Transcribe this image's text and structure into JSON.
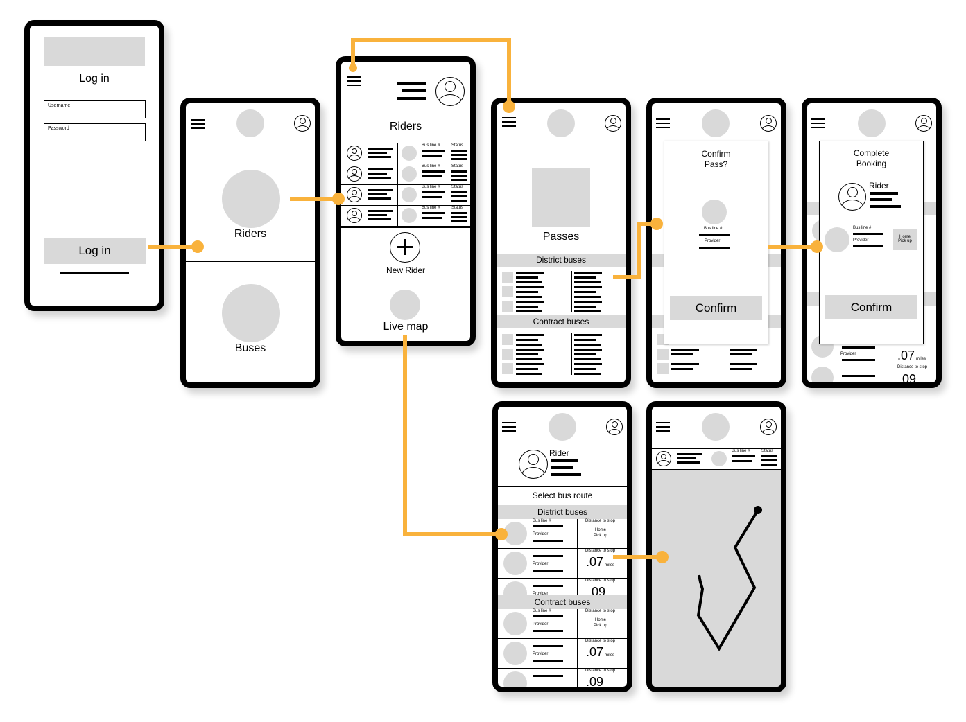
{
  "colors": {
    "connector": "#f9b23c",
    "placeholder": "#d9d9d9",
    "frame": "#000000"
  },
  "icons": [
    "hamburger-menu-icon",
    "user-avatar-icon",
    "plus-icon"
  ],
  "login": {
    "title": "Log in",
    "username_label": "Username",
    "password_label": "Password",
    "button": "Log in"
  },
  "home": {
    "riders": "Riders",
    "buses": "Buses"
  },
  "riders_list": {
    "title": "Riders",
    "bus_line": "Bus line #",
    "status": "Status",
    "new_rider": "New Rider",
    "live_map": "Live map"
  },
  "passes": {
    "title": "Passes",
    "district": "District buses",
    "contract": "Contract buses"
  },
  "confirm_pass": {
    "title_line1": "Confirm",
    "title_line2": "Pass?",
    "bus_line": "Bus line #",
    "provider": "Provider",
    "button": "Confirm"
  },
  "complete_booking": {
    "title_line1": "Complete",
    "title_line2": "Booking",
    "rider": "Rider",
    "bus_line": "Bus line #",
    "provider": "Provider",
    "home_pickup_line1": "Home",
    "home_pickup_line2": "Pick up",
    "button": "Confirm",
    "distance": ".07",
    "miles": "miles",
    "distance_label": "Distance to stop",
    "distance2": ".09"
  },
  "select_route": {
    "rider": "Rider",
    "title": "Select bus route",
    "district": "District buses",
    "contract": "Contract buses",
    "bus_line": "Bus line #",
    "provider": "Provider",
    "distance_label": "Distance to stop",
    "home": "Home",
    "pickup": "Pick up",
    "distance": ".07",
    "miles": "miles",
    "distance2": ".09"
  },
  "live_map_screen": {
    "bus_line": "Bus line #",
    "status": "Status"
  }
}
